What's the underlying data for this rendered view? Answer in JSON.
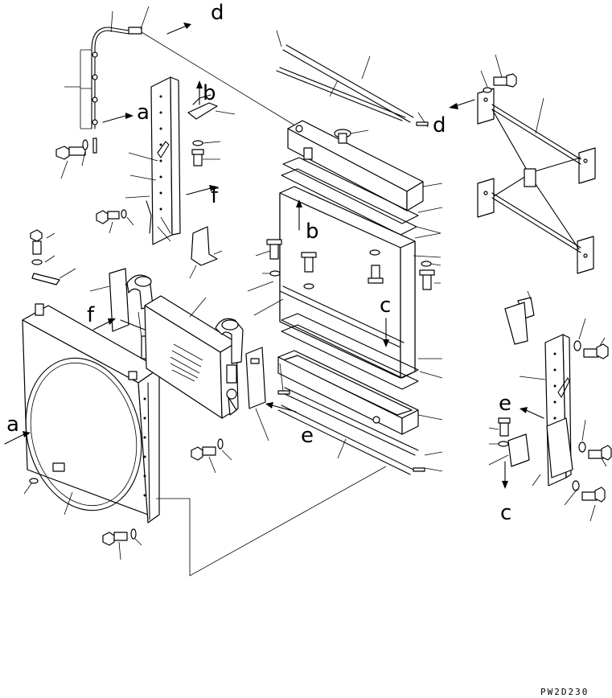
{
  "diagram": {
    "code": "PW2D230",
    "ref_labels": {
      "a": "a",
      "b": "b",
      "c": "c",
      "d": "d",
      "e": "e",
      "f": "f"
    }
  }
}
